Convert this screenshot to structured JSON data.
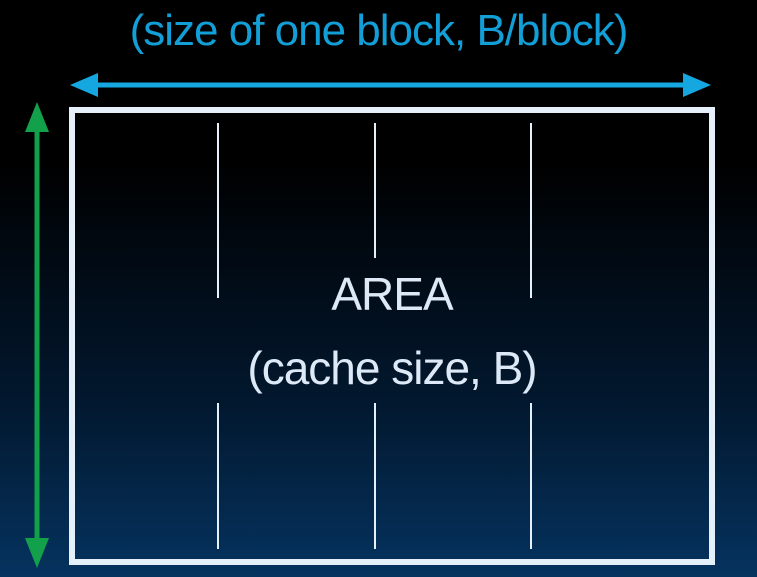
{
  "labels": {
    "width_label": "(size of one block, B/block)",
    "area_title": "AREA",
    "area_subtitle": "(cache size, B)"
  },
  "colors": {
    "width_label": "#129fd7",
    "width_arrow": "#14a7e0",
    "height_arrow": "#13a04a",
    "area_border": "#e6f0fb",
    "divider_lines": "#e6f0fb",
    "area_text": "#dde9f7"
  }
}
